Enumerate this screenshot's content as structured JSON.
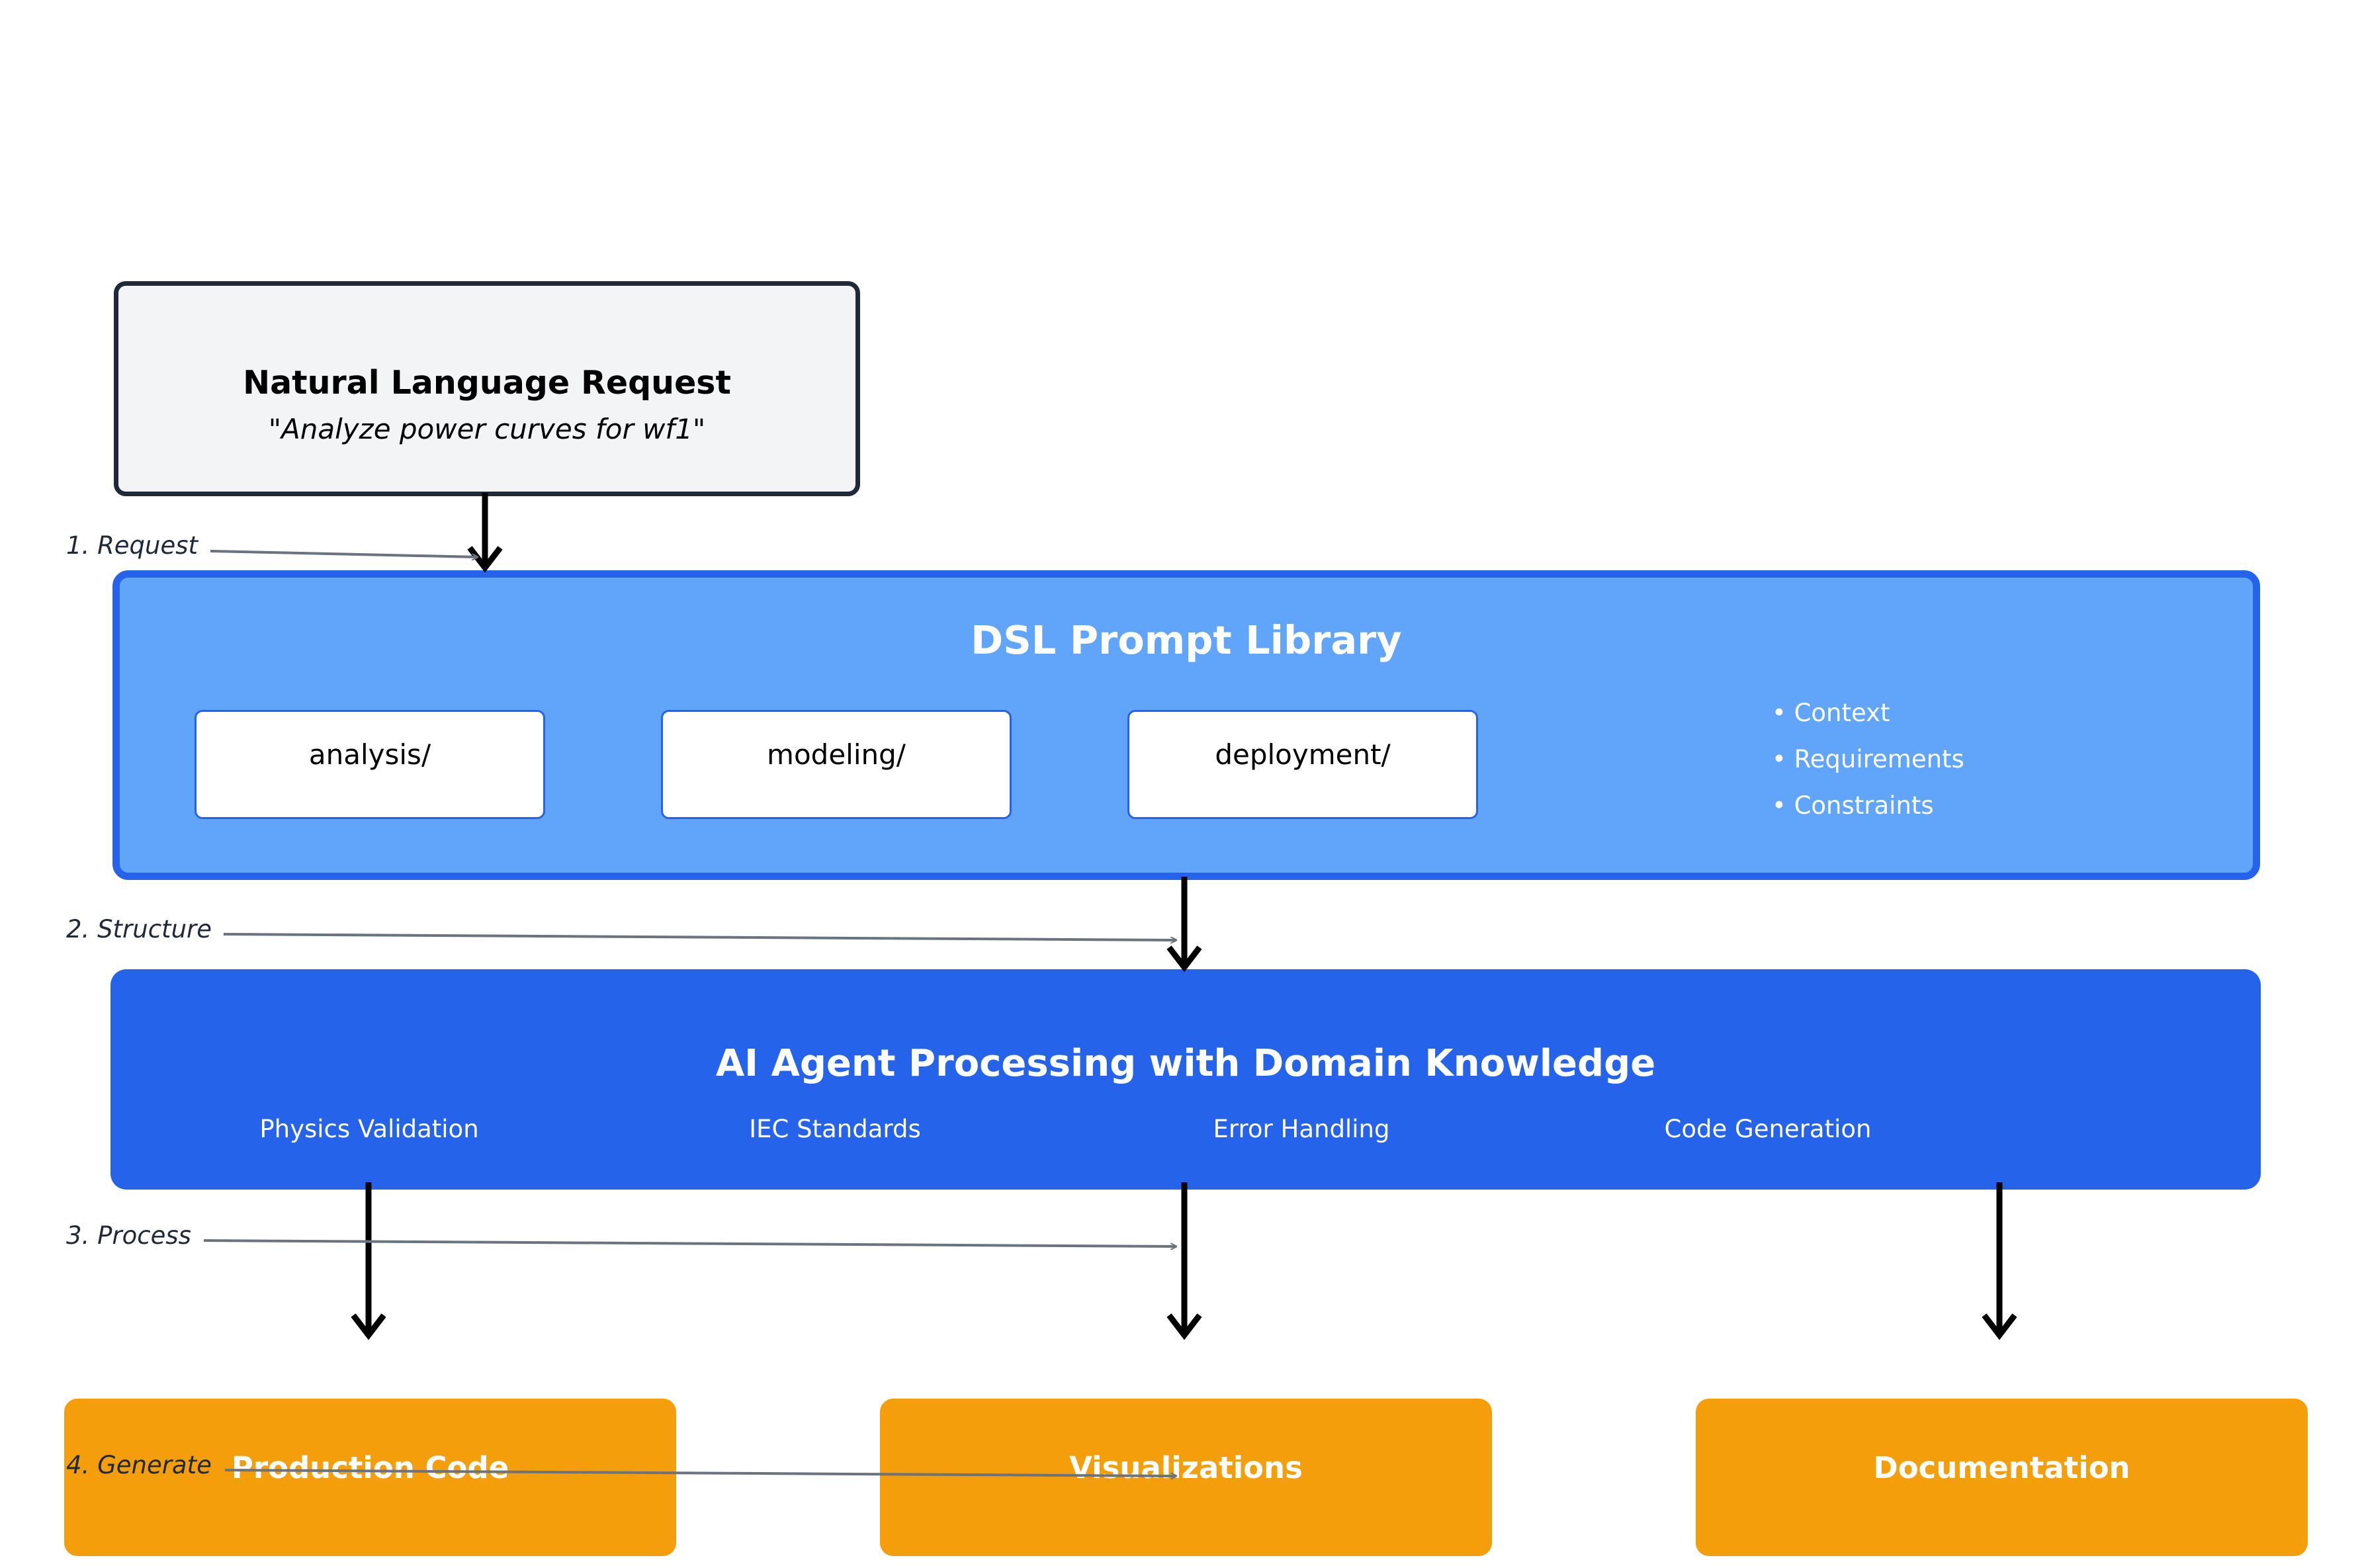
{
  "request": {
    "title": "Natural Language Request",
    "subtitle": "\"Analyze power curves for wf1\""
  },
  "dsl_library": {
    "title": "DSL Prompt Library",
    "folders": [
      "analysis/",
      "modeling/",
      "deployment/"
    ],
    "bullets": [
      "• Context",
      "• Requirements",
      "• Constraints"
    ]
  },
  "agent": {
    "title": "AI Agent Processing with Domain Knowledge",
    "capabilities": [
      "Physics Validation",
      "IEC Standards",
      "Error Handling",
      "Code Generation"
    ]
  },
  "outputs": [
    "Production Code",
    "Visualizations",
    "Documentation"
  ],
  "steps": [
    "1. Request",
    "2. Structure",
    "3. Process",
    "4. Generate"
  ],
  "colors": {
    "request_fill": "#f3f4f6",
    "request_border": "#1f2937",
    "dsl_fill": "#60a5fa",
    "dsl_border": "#2563eb",
    "agent_fill": "#2563eb",
    "output_fill": "#f59e0b",
    "flow_arrow": "#000000",
    "step_arrow": "#6b7280"
  }
}
